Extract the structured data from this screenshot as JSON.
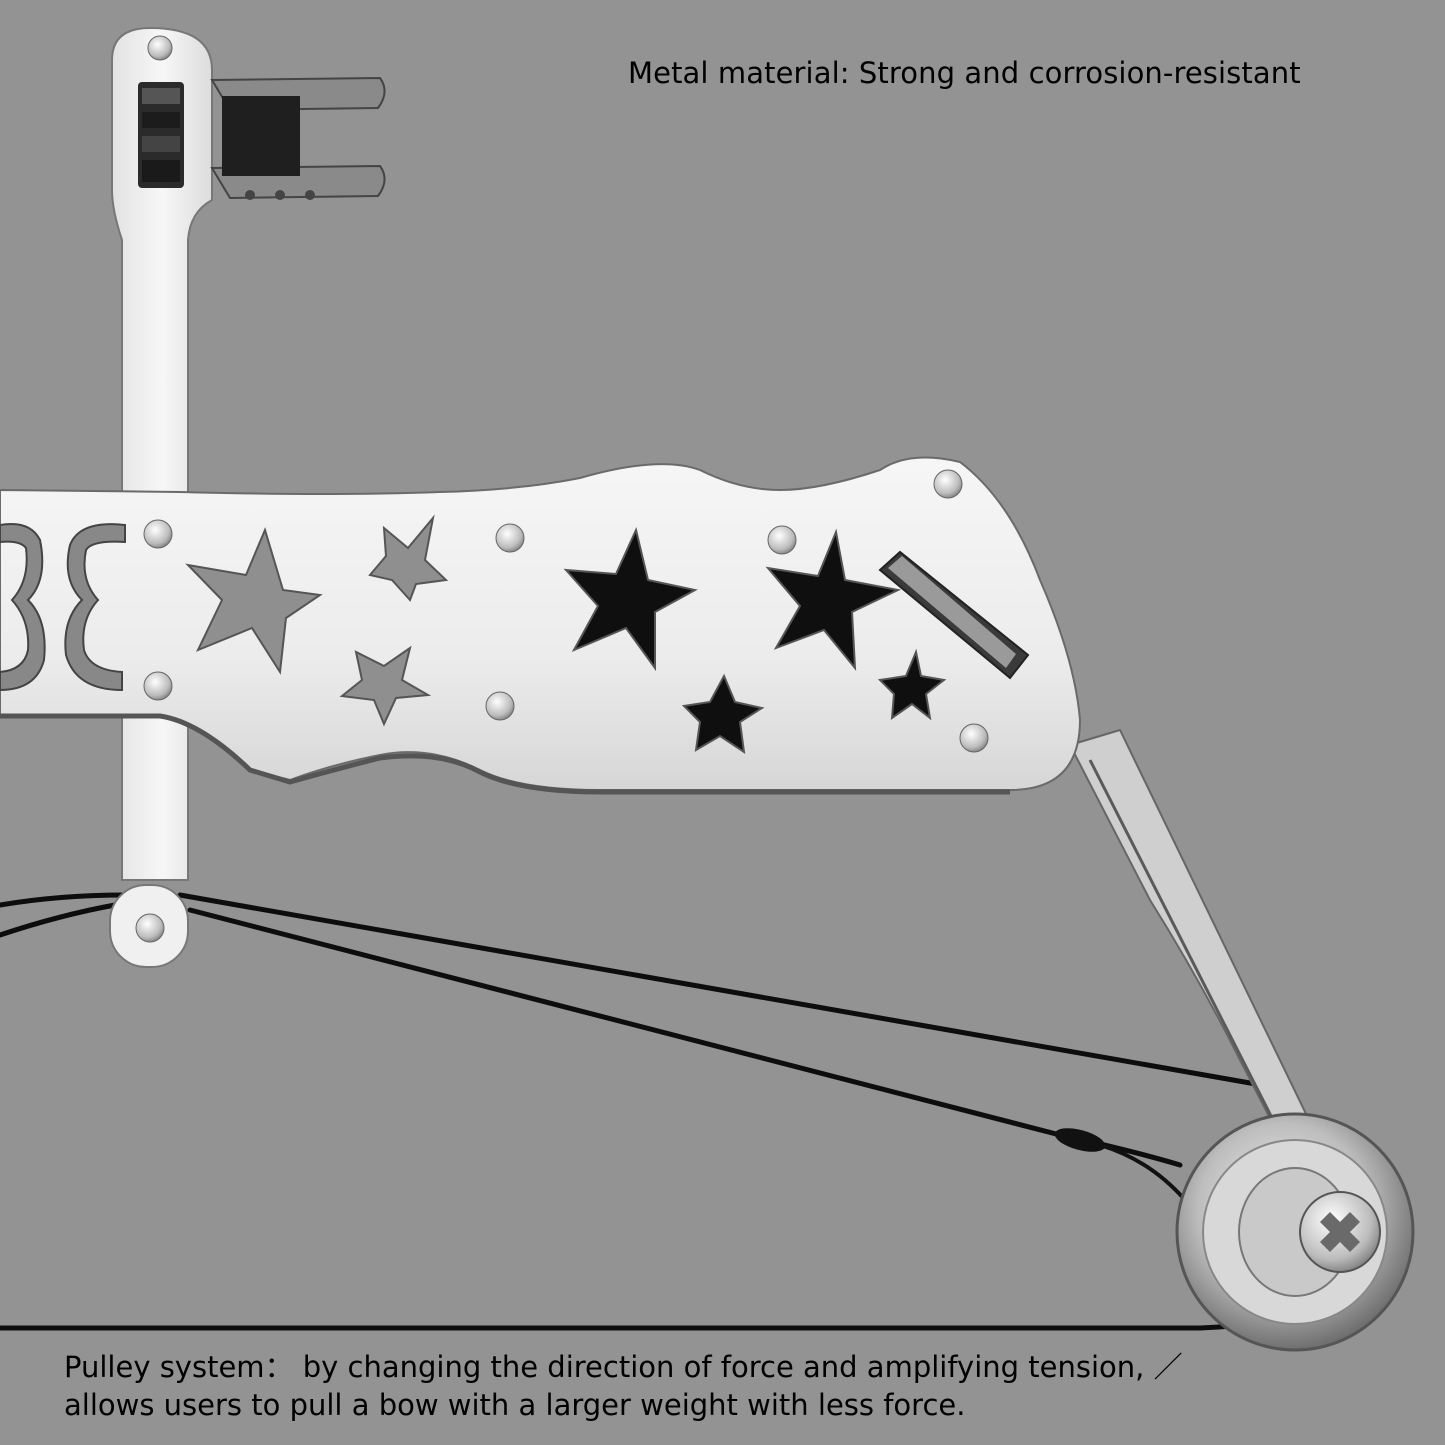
{
  "captions": {
    "top": "Metal material: Strong and corrosion-resistant",
    "bottom_line1": "Pulley system：  by changing the direction of force and amplifying tension, ／",
    "bottom_line2": "allows users to pull a bow with a larger weight with less force."
  },
  "colors": {
    "background": "#939393",
    "metal": "#e9e9e9",
    "string": "#0d0d0d"
  }
}
